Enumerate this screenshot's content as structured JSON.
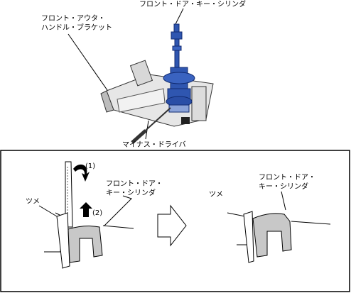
{
  "top": {
    "key_cylinder_label": "フロント・ドア・キー・シリンダ",
    "bracket_label": [
      "フロント・アウタ・",
      "ハンドル・ブラケット"
    ],
    "driver_label": "マイナス・ドライバ"
  },
  "bottom": {
    "step_rotate": "(1)",
    "step_push": "(2)",
    "left_claw_label": "ツメ",
    "left_cylinder_label": [
      "フロント・ドア・",
      "キー・シリンダ"
    ],
    "right_claw_label": "ツメ",
    "right_cylinder_label": [
      "フロント・ドア・",
      "キー・シリンダ"
    ]
  },
  "colors": {
    "cylinder_blue": "#2f56b0",
    "part_gray": "#c8c8c8",
    "outline": "#000000"
  },
  "icons": [
    "rotate-arrow-icon",
    "push-arrow-icon",
    "right-arrow-icon"
  ]
}
